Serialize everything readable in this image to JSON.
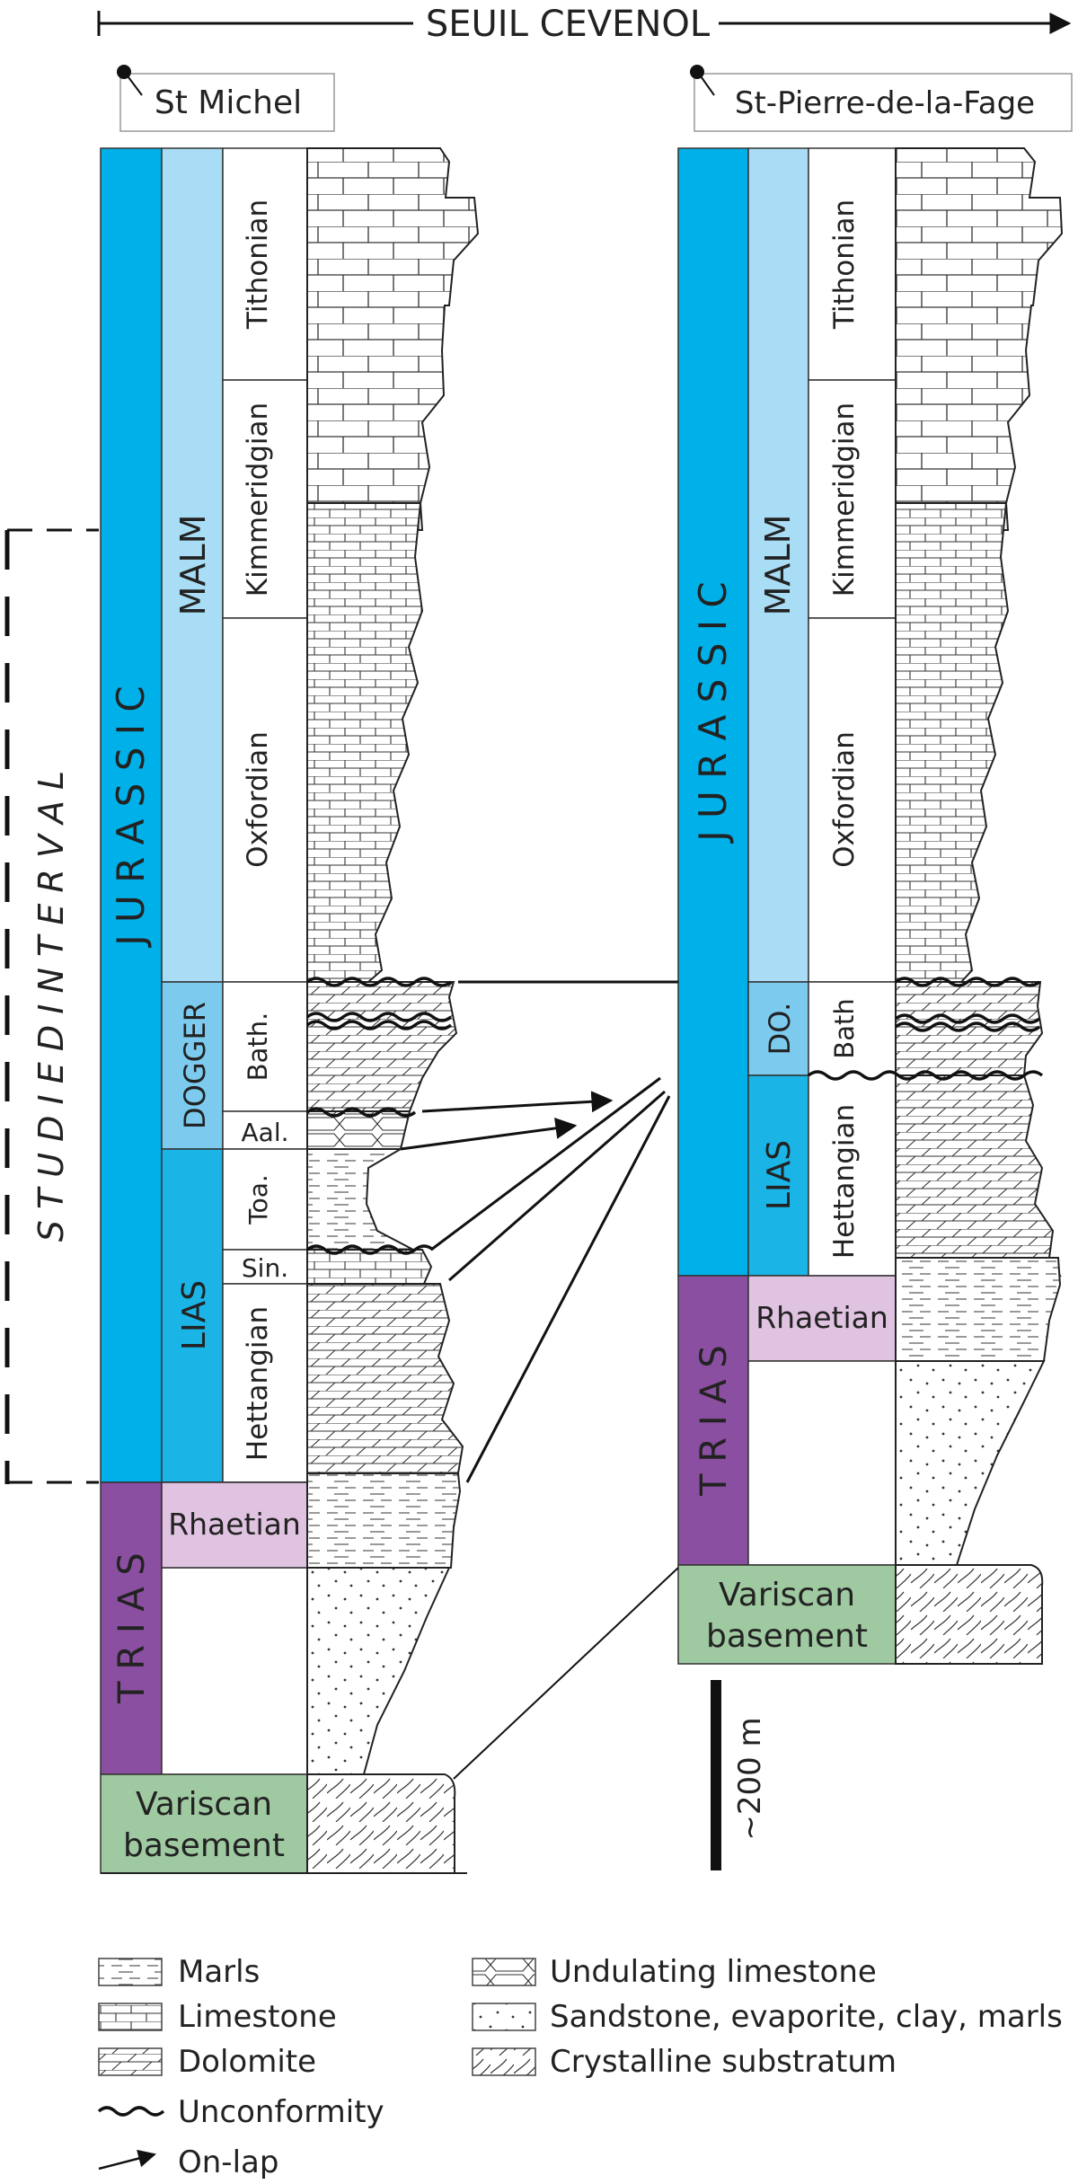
{
  "title": "SEUIL CEVENOL",
  "sections": {
    "left": {
      "name": "St Michel",
      "system": "J U R A S S I C",
      "trias": "T R I A S",
      "malm": "MALM",
      "dogger": "DOGGER",
      "lias": "LIAS",
      "tithonian": "Tithonian",
      "kimmeridgian": "Kimmeridgian",
      "oxfordian": "Oxfordian",
      "bath": "Bath.",
      "aal": "Aal.",
      "toa": "Toa.",
      "sin": "Sin.",
      "hettangian": "Hettangian",
      "rhaetian": "Rhaetian",
      "basement_1": "Variscan",
      "basement_2": "basement"
    },
    "right": {
      "name": "St-Pierre-de-la-Fage",
      "system": "J U R A S S I C",
      "trias": "T R I A S",
      "malm": "MALM",
      "dogger": "DO.",
      "lias": "LIAS",
      "tithonian": "Tithonian",
      "kimmeridgian": "Kimmeridgian",
      "oxfordian": "Oxfordian",
      "bath": "Bath",
      "hettangian": "Hettangian",
      "rhaetian": "Rhaetian",
      "basement_1": "Variscan",
      "basement_2": "basement"
    }
  },
  "studied_interval": "S T U D I E D   I N T E R V A L",
  "scale_bar": "~200 m",
  "legend": {
    "marls": "Marls",
    "limestone": "Limestone",
    "dolomite": "Dolomite",
    "unconformity": "Unconformity",
    "onlap": "On-lap",
    "undulating": "Undulating limestone",
    "sandstone": "Sandstone, evaporite, clay, marls",
    "crystalline": "Crystalline substratum"
  },
  "colors": {
    "jurassic": "#00b0e8",
    "lias": "#1ab4e6",
    "malm": "#a8ddf5",
    "dogger": "#7ccbef",
    "trias": "#8a4fa0",
    "rhaetian": "#e0c3e0",
    "basement": "#9fc9a0"
  }
}
